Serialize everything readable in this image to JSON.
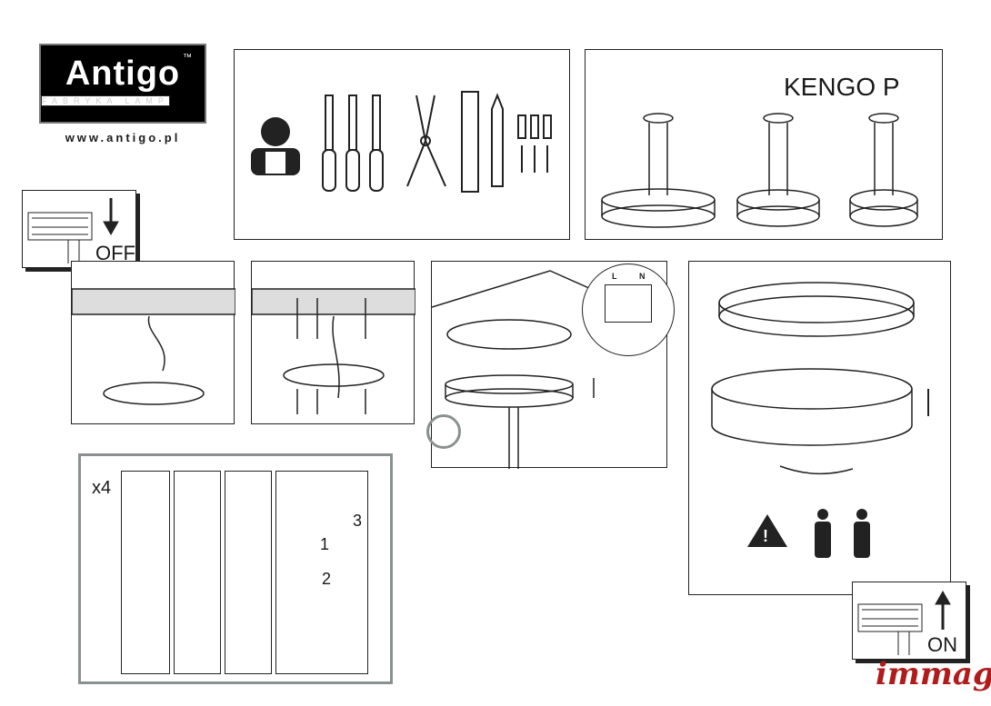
{
  "logo": {
    "brand": "Antigo",
    "trademark": "™",
    "tagline": "FABRYKA LAMP",
    "url": "www.antigo.pl"
  },
  "product": {
    "title": "KENGO P"
  },
  "switch_off": {
    "label": "OFF"
  },
  "switch_on": {
    "label": "ON"
  },
  "detail": {
    "multiplier": "x4",
    "steps": [
      "1",
      "2",
      "3"
    ]
  },
  "terminal": {
    "live": "L",
    "neutral": "N"
  },
  "warning": {
    "symbol": "!"
  },
  "watermark": "immag",
  "colors": {
    "watermark": "#b01c1c",
    "detail_border": "#8a9090"
  }
}
